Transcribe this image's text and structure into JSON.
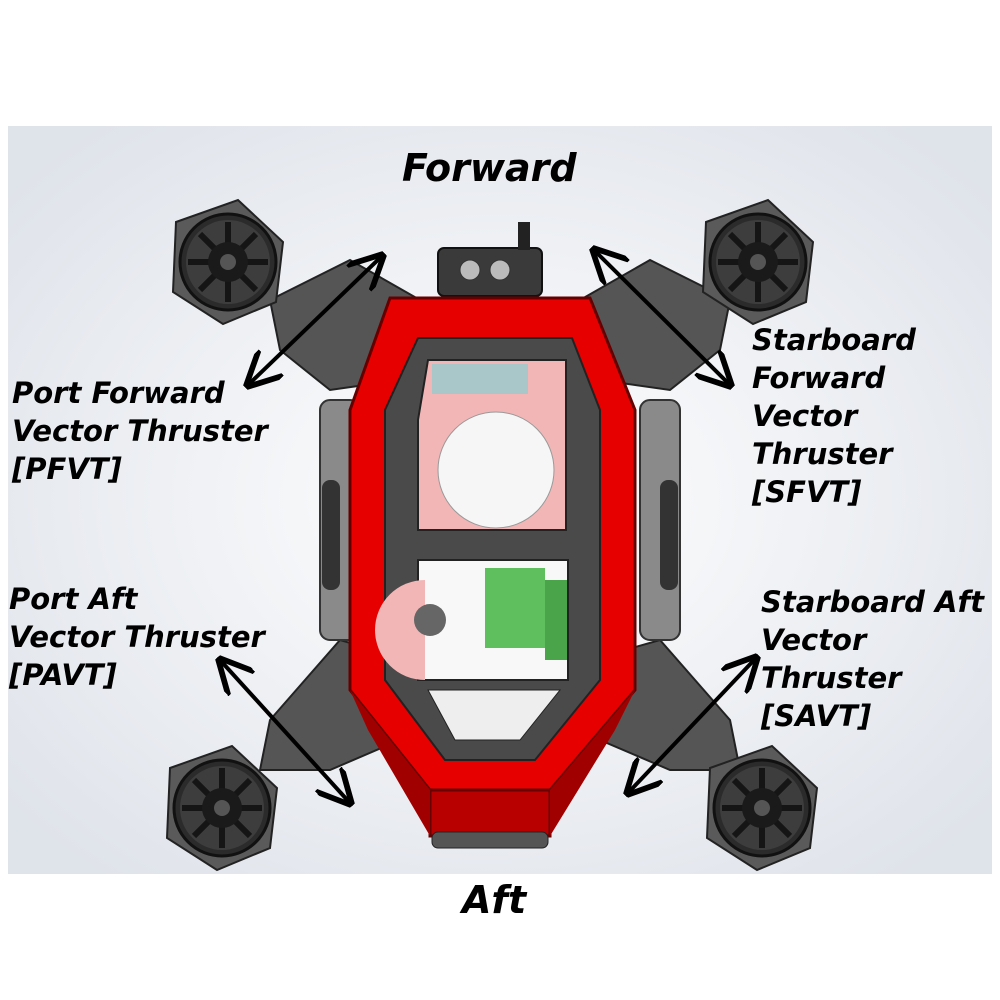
{
  "directions": {
    "forward": "Forward",
    "aft": "Aft"
  },
  "thrusters": {
    "pfvt": {
      "line1": "Port Forward",
      "line2": "Vector Thruster",
      "line3": "[PFVT]"
    },
    "sfvt": {
      "line1": "Starboard",
      "line2": "Forward",
      "line3": "Vector",
      "line4": "Thruster",
      "line5": "[SFVT]"
    },
    "pavt": {
      "line1": "Port Aft",
      "line2": "Vector Thruster",
      "line3": "[PAVT]"
    },
    "savt": {
      "line1": "Starboard Aft",
      "line2": "Vector",
      "line3": "Thruster",
      "line4": "[SAVT]"
    }
  },
  "colors": {
    "hull_red": "#e60000",
    "hull_dark_red": "#b80000",
    "frame_gray": "#4a4a4a",
    "backdrop": "#eef1f6",
    "arrow": "#000000"
  }
}
